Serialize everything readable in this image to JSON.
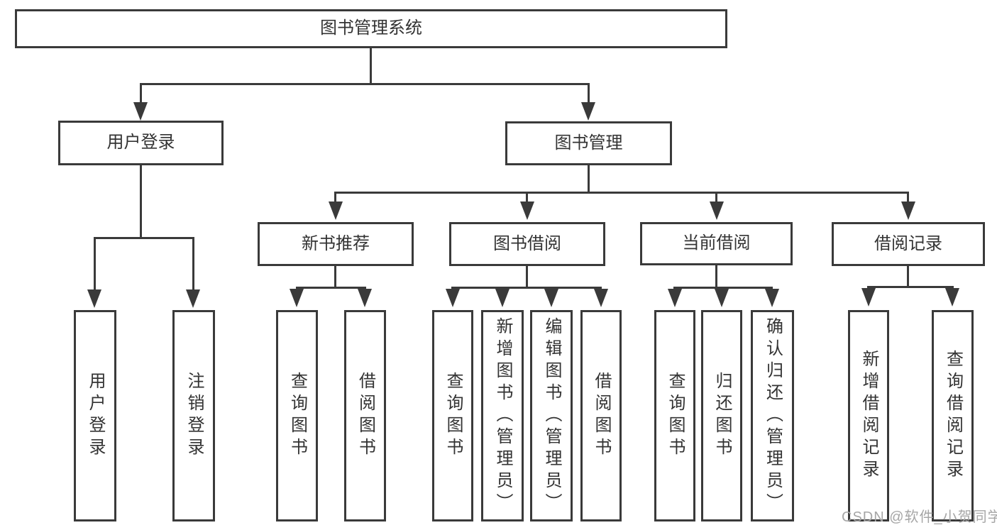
{
  "tree": {
    "label": "图书管理系统",
    "children": [
      {
        "label": "用户登录",
        "children": [
          {
            "label": "用户登录"
          },
          {
            "label": "注销登录"
          }
        ]
      },
      {
        "label": "图书管理",
        "children": [
          {
            "label": "新书推荐",
            "children": [
              {
                "label": "查询图书"
              },
              {
                "label": "借阅图书"
              }
            ]
          },
          {
            "label": "图书借阅",
            "children": [
              {
                "label": "查询图书"
              },
              {
                "label": "新增图书（管理员）"
              },
              {
                "label": "编辑图书（管理员）"
              },
              {
                "label": "借阅图书"
              }
            ]
          },
          {
            "label": "当前借阅",
            "children": [
              {
                "label": "查询图书"
              },
              {
                "label": "归还图书"
              },
              {
                "label": "确认归还（管理员）"
              }
            ]
          },
          {
            "label": "借阅记录",
            "children": [
              {
                "label": "新增借阅记录"
              },
              {
                "label": "查询借阅记录"
              }
            ]
          }
        ]
      }
    ]
  },
  "watermark": {
    "text": "CSDN @软件_小贺同学"
  },
  "colors": {
    "line": "#3a3a3a",
    "text": "#333333",
    "watermark": "#a6a6a6",
    "canvas_bg": "#ffffff"
  }
}
